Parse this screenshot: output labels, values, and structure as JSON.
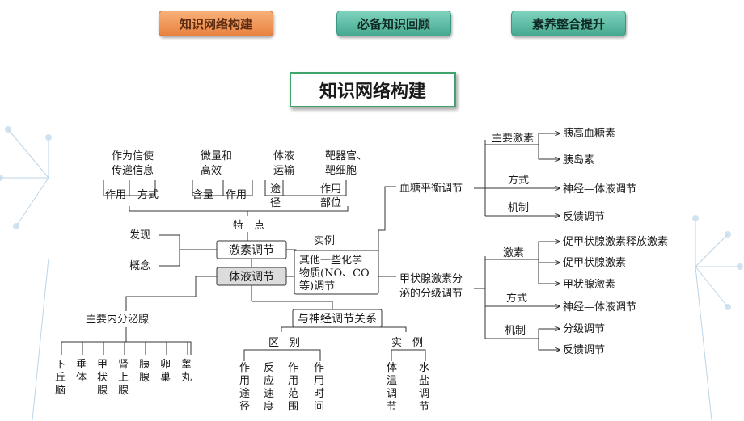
{
  "tabs": [
    {
      "label": "知识网络构建",
      "active": true
    },
    {
      "label": "必备知识回顾",
      "active": false
    },
    {
      "label": "素养整合提升",
      "active": false
    }
  ],
  "section_title": "知识网络构建",
  "diagram": {
    "center1": "激素调节",
    "center2": "体液调节",
    "top_items": [
      {
        "desc1": "作为信使",
        "desc2": "传递信息",
        "label": "作用",
        "label2": "方式"
      },
      {
        "desc1": "微量和",
        "desc2": "高效",
        "label": "含量",
        "label2": "作用"
      },
      {
        "desc1": "体液",
        "desc2": "运输",
        "label": "途",
        "label_b": "径"
      },
      {
        "desc1": "靶器官、",
        "desc2": "靶细胞",
        "label": "作用",
        "label_b": "部位"
      }
    ],
    "tedian": "特　点",
    "faxian": "发现",
    "gainian": "概念",
    "shili": "实例",
    "other_box": [
      "其他一些化学",
      "物质(NO、CO",
      "等)调节"
    ],
    "main_glands": "主要内分泌腺",
    "glands": [
      "下丘脑",
      "垂体",
      "甲状腺",
      "肾上腺",
      "胰腺",
      "卵巢",
      "睾丸"
    ],
    "nerve_rel": "与神经调节关系",
    "qubie": "区　别",
    "shili2": "实　例",
    "diffs": [
      "作用途径",
      "反应速度",
      "作用范围",
      "作用时间"
    ],
    "examples": [
      "体温调节",
      "水盐调节"
    ],
    "xuetang": "血糖平衡调节",
    "xuetang_items": {
      "zhuyao": "主要激素",
      "h1": "胰高血糖素",
      "h2": "胰岛素",
      "fangshi": "方式",
      "fangshi_v": "神经—体液调节",
      "jizhi": "机制",
      "jizhi_v": "反馈调节"
    },
    "jiazhuang": [
      "甲状腺激素分",
      "泌的分级调节"
    ],
    "jiazhuang_items": {
      "jisu": "激素",
      "h1": "促甲状腺激素释放激素",
      "h2": "促甲状腺激素",
      "h3": "甲状腺激素",
      "fangshi": "方式",
      "fangshi_v": "神经—体液调节",
      "jizhi": "机制",
      "j1": "分级调节",
      "j2": "反馈调节"
    }
  }
}
